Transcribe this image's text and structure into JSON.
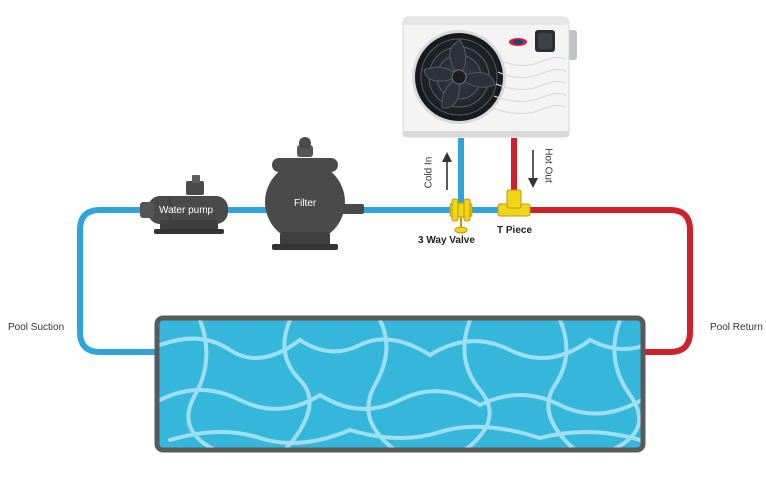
{
  "labels": {
    "water_pump": "Water pump",
    "filter": "Filter",
    "cold_in": "Cold In",
    "hot_out": "Hot Out",
    "three_way_valve": "3 Way Valve",
    "t_piece": "T Piece",
    "pool_suction": "Pool Suction",
    "pool_return": "Pool Return"
  },
  "colors": {
    "cold_pipe": "#2fa3dc",
    "hot_pipe": "#d0202a",
    "valve": "#f2d51b",
    "equipment": "#4a4a4a",
    "pool_water": "#35b7dc",
    "pool_border": "#5a5a5a",
    "heat_pump_body": "#f4f4f4"
  },
  "icons": [
    "heat-pump-icon",
    "water-pump-icon",
    "filter-icon",
    "three-way-valve-icon",
    "t-piece-icon",
    "pool-icon",
    "arrow-up-icon",
    "arrow-down-icon"
  ]
}
